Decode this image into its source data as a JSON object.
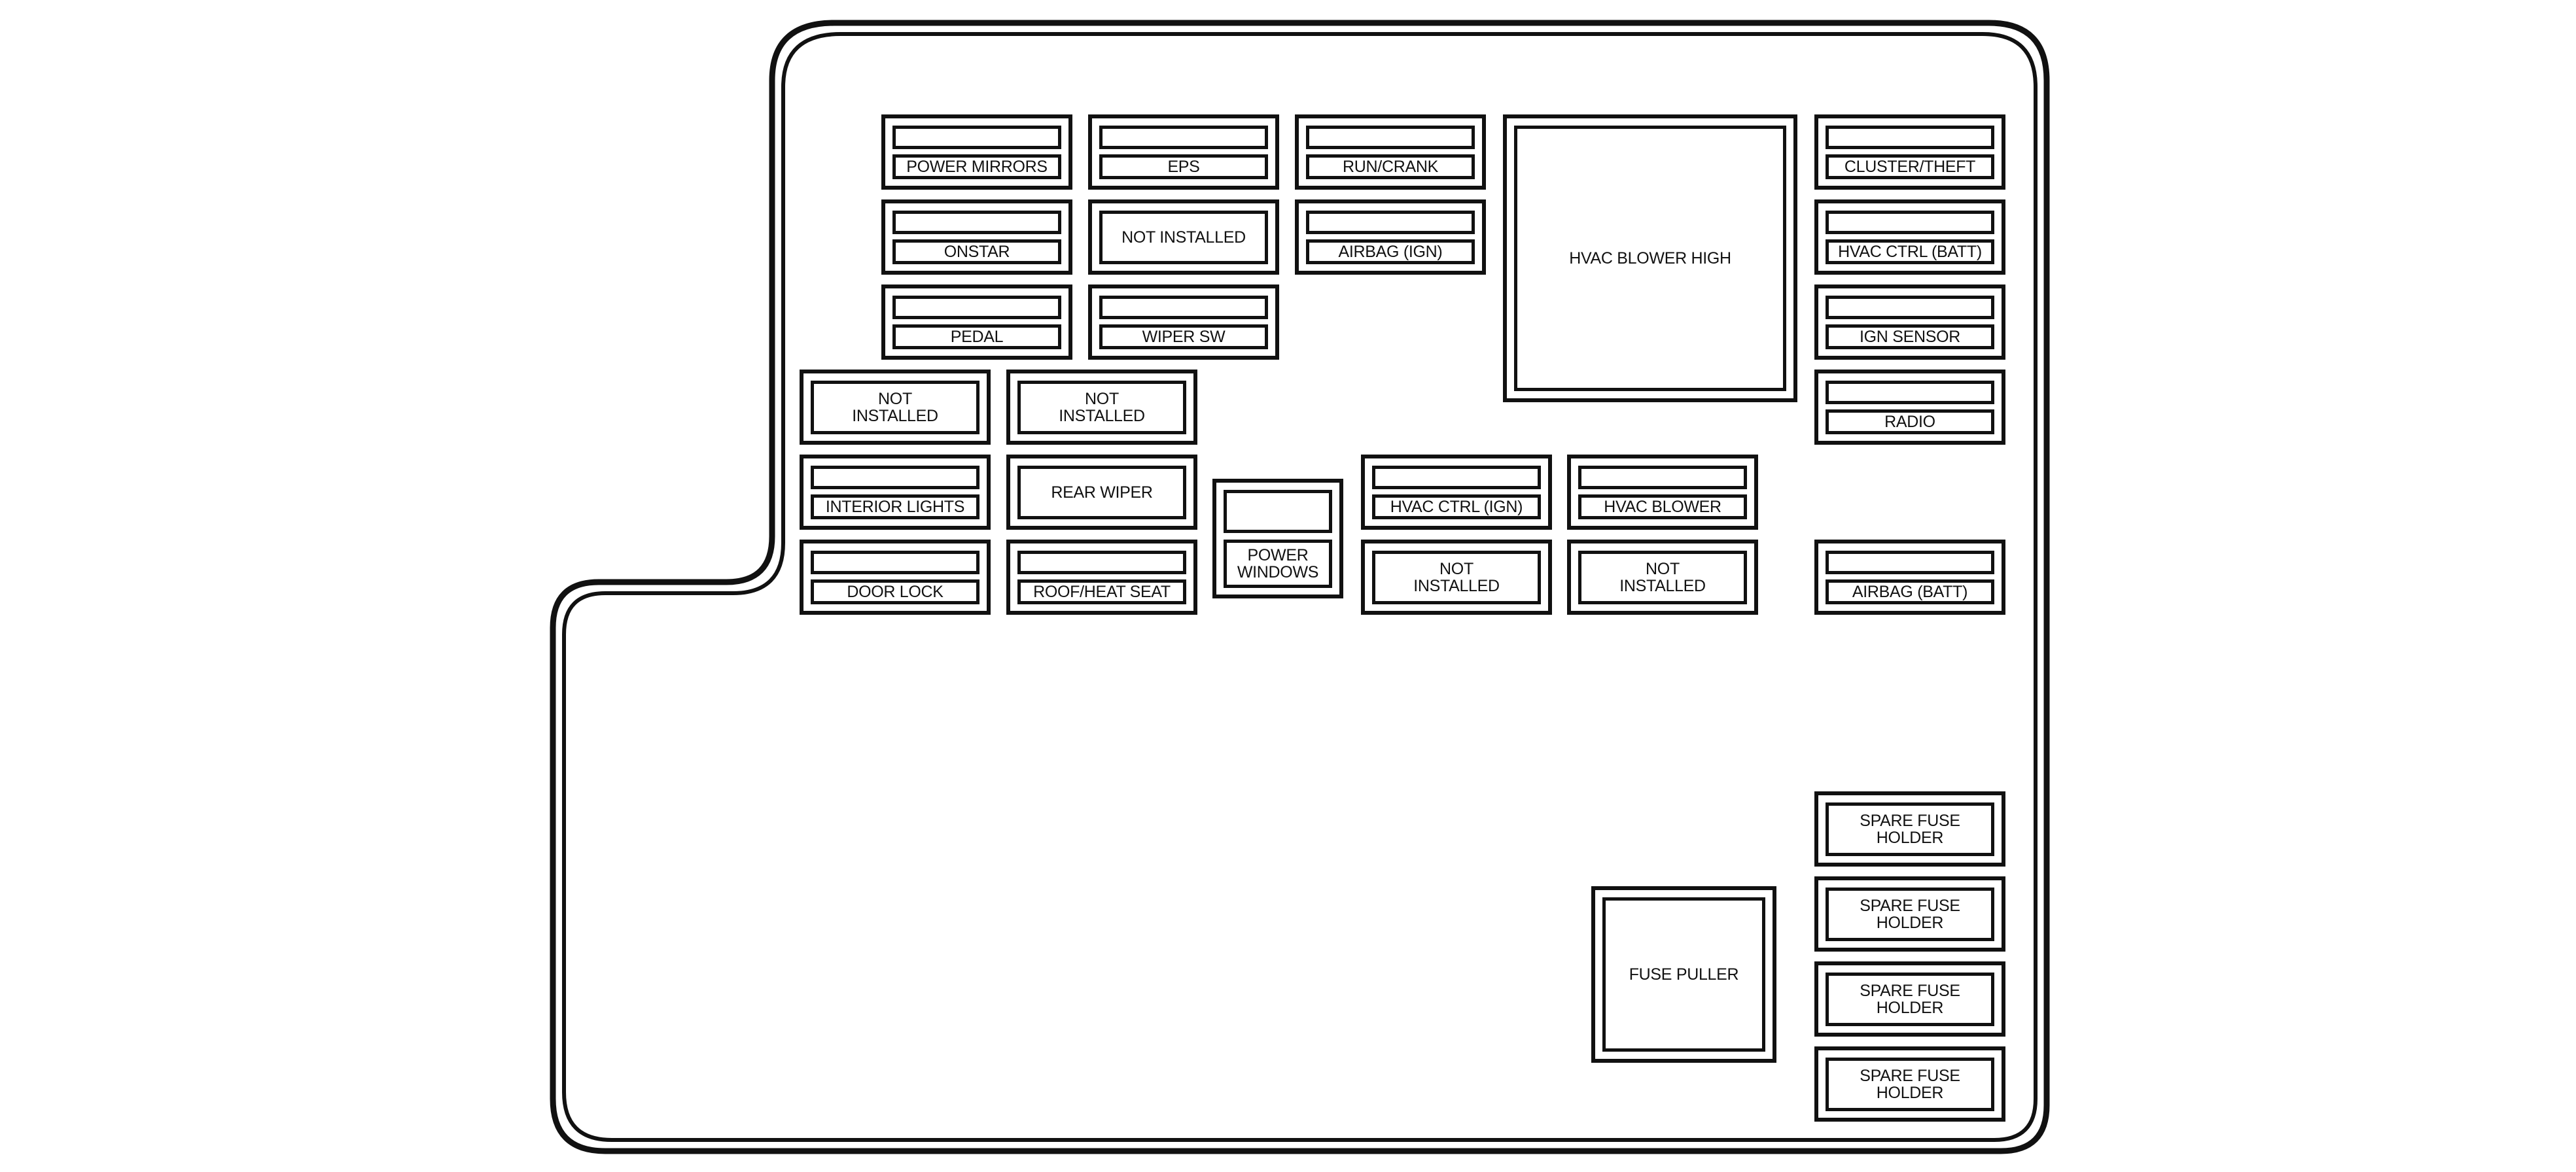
{
  "fuse_block": {
    "fuses": [
      {
        "id": "power-mirrors",
        "label": "POWER MIRRORS"
      },
      {
        "id": "eps",
        "label": "EPS"
      },
      {
        "id": "run-crank",
        "label": "RUN/CRANK"
      },
      {
        "id": "cluster-theft",
        "label": "CLUSTER/THEFT"
      },
      {
        "id": "onstar",
        "label": "ONSTAR"
      },
      {
        "id": "not-installed-1",
        "label": "NOT INSTALLED"
      },
      {
        "id": "airbag-ign",
        "label": "AIRBAG (IGN)"
      },
      {
        "id": "hvac-ctrl-batt",
        "label": "HVAC CTRL (BATT)"
      },
      {
        "id": "pedal",
        "label": "PEDAL"
      },
      {
        "id": "wiper-sw",
        "label": "WIPER SW"
      },
      {
        "id": "ign-sensor",
        "label": "IGN SENSOR"
      },
      {
        "id": "not-installed-2",
        "label": "NOT\nINSTALLED"
      },
      {
        "id": "not-installed-3",
        "label": "NOT\nINSTALLED"
      },
      {
        "id": "radio",
        "label": "RADIO"
      },
      {
        "id": "interior-lights",
        "label": "INTERIOR LIGHTS"
      },
      {
        "id": "rear-wiper",
        "label": "REAR WIPER"
      },
      {
        "id": "power-windows",
        "label": "POWER\nWINDOWS"
      },
      {
        "id": "hvac-ctrl-ign",
        "label": "HVAC CTRL (IGN)"
      },
      {
        "id": "hvac-blower",
        "label": "HVAC BLOWER"
      },
      {
        "id": "door-lock",
        "label": "DOOR LOCK"
      },
      {
        "id": "roof-heat-seat",
        "label": "ROOF/HEAT SEAT"
      },
      {
        "id": "not-installed-4",
        "label": "NOT\nINSTALLED"
      },
      {
        "id": "not-installed-5",
        "label": "NOT\nINSTALLED"
      },
      {
        "id": "airbag-batt",
        "label": "AIRBAG (BATT)"
      },
      {
        "id": "hvac-blower-high",
        "label": "HVAC BLOWER HIGH"
      },
      {
        "id": "spare-fuse-holder-1",
        "label": "SPARE FUSE\nHOLDER"
      },
      {
        "id": "spare-fuse-holder-2",
        "label": "SPARE FUSE\nHOLDER"
      },
      {
        "id": "spare-fuse-holder-3",
        "label": "SPARE FUSE\nHOLDER"
      },
      {
        "id": "spare-fuse-holder-4",
        "label": "SPARE FUSE\nHOLDER"
      },
      {
        "id": "fuse-puller",
        "label": "FUSE PULLER"
      }
    ]
  }
}
